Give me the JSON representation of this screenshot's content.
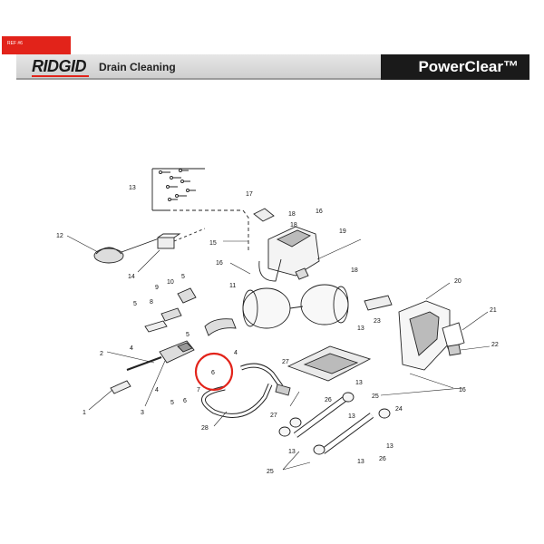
{
  "header": {
    "ref_badge": "REF #6",
    "brand": "RIDGID",
    "section": "Drain Cleaning",
    "product": "PowerClear™"
  },
  "colors": {
    "ref_badge": "#e2231a",
    "highlight_ring": "#e2231a",
    "product_bar": "#1a1a1a",
    "header_bar": "#d8d8d8"
  },
  "callouts": [
    {
      "id": "c13a",
      "label": "13"
    },
    {
      "id": "c17",
      "label": "17"
    },
    {
      "id": "c18a",
      "label": "18"
    },
    {
      "id": "c18b",
      "label": "18"
    },
    {
      "id": "c16a",
      "label": "16"
    },
    {
      "id": "c19",
      "label": "19"
    },
    {
      "id": "c15",
      "label": "15"
    },
    {
      "id": "c12",
      "label": "12"
    },
    {
      "id": "c14",
      "label": "14"
    },
    {
      "id": "c16b",
      "label": "16"
    },
    {
      "id": "c18c",
      "label": "18"
    },
    {
      "id": "c20",
      "label": "20"
    },
    {
      "id": "c9",
      "label": "9"
    },
    {
      "id": "c10",
      "label": "10"
    },
    {
      "id": "c5a",
      "label": "5"
    },
    {
      "id": "c11",
      "label": "11"
    },
    {
      "id": "c5b",
      "label": "5"
    },
    {
      "id": "c8",
      "label": "8"
    },
    {
      "id": "c4a",
      "label": "4"
    },
    {
      "id": "c21",
      "label": "21"
    },
    {
      "id": "c13b",
      "label": "13"
    },
    {
      "id": "c23",
      "label": "23"
    },
    {
      "id": "c5c",
      "label": "5"
    },
    {
      "id": "c22",
      "label": "22"
    },
    {
      "id": "c4b",
      "label": "4"
    },
    {
      "id": "c2",
      "label": "2"
    },
    {
      "id": "c27a",
      "label": "27"
    },
    {
      "id": "c6hl",
      "label": "6"
    },
    {
      "id": "c7",
      "label": "7"
    },
    {
      "id": "c13c",
      "label": "13"
    },
    {
      "id": "c16c",
      "label": "16"
    },
    {
      "id": "c25a",
      "label": "25"
    },
    {
      "id": "c4c",
      "label": "4"
    },
    {
      "id": "c5d",
      "label": "5"
    },
    {
      "id": "c6",
      "label": "6"
    },
    {
      "id": "c26a",
      "label": "26"
    },
    {
      "id": "c24",
      "label": "24"
    },
    {
      "id": "c1",
      "label": "1"
    },
    {
      "id": "c3",
      "label": "3"
    },
    {
      "id": "c13d",
      "label": "13"
    },
    {
      "id": "c27b",
      "label": "27"
    },
    {
      "id": "c28",
      "label": "28"
    },
    {
      "id": "c13e",
      "label": "13"
    },
    {
      "id": "c13f",
      "label": "13"
    },
    {
      "id": "c26b",
      "label": "26"
    },
    {
      "id": "c25b",
      "label": "25"
    },
    {
      "id": "c13g",
      "label": "13"
    }
  ]
}
